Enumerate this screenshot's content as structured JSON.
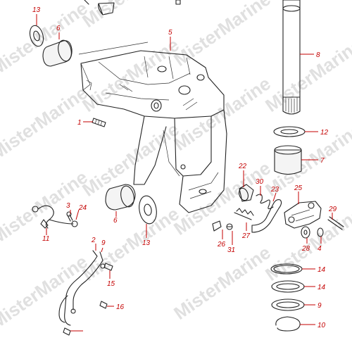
{
  "watermark": "MisterMarine",
  "colors": {
    "callout": "#c40000",
    "line_art": "#222222",
    "watermark": "#d6d6d6",
    "background": "#ffffff"
  },
  "callouts": [
    "13",
    "6",
    "5",
    "8",
    "1",
    "12",
    "7",
    "22",
    "30",
    "23",
    "25",
    "29",
    "6",
    "13",
    "11",
    "3",
    "24",
    "26",
    "31",
    "27",
    "28",
    "4",
    "2",
    "9",
    "15",
    "14",
    "14",
    "9",
    "16",
    "10"
  ]
}
